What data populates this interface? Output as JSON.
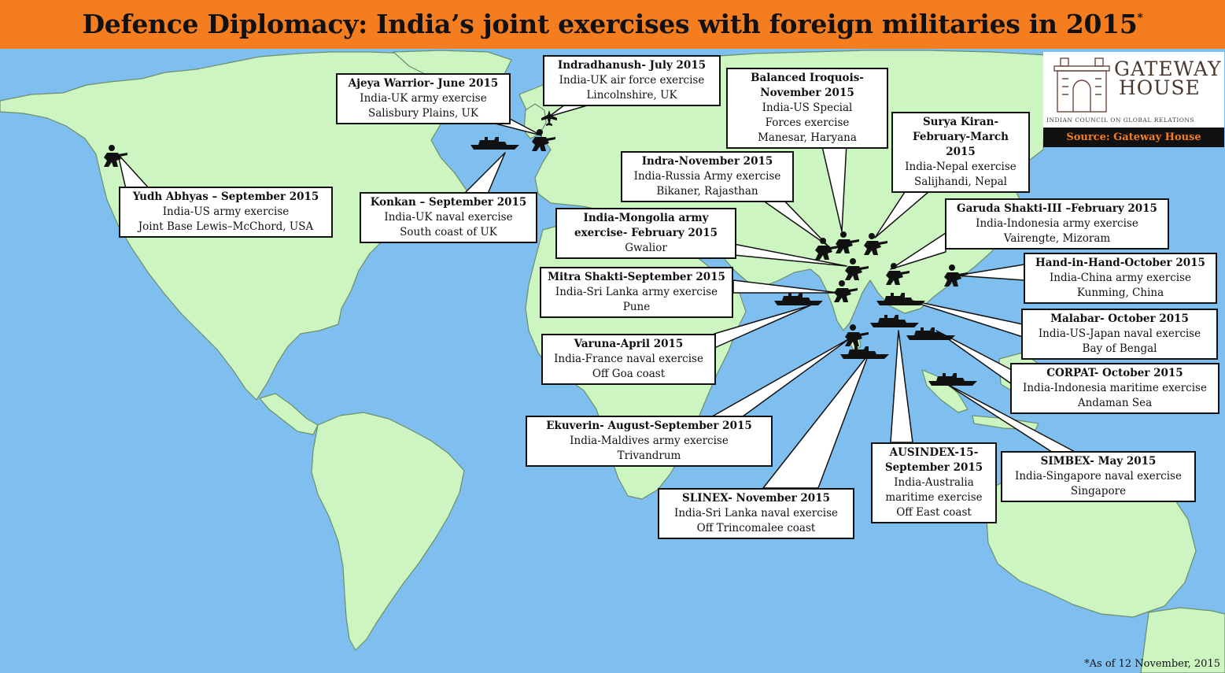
{
  "title": "Defence Diplomacy: India’s joint exercises with foreign militaries in 2015",
  "title_mark": "*",
  "footnote": "*As of 12 November, 2015",
  "logo": {
    "line1": "GATEWAY",
    "line2": "HOUSE",
    "tagline": "INDIAN COUNCIL ON GLOBAL RELATIONS"
  },
  "source": "Source: Gateway House",
  "colors": {
    "ocean": "#7fbfef",
    "land": "#ccf5c2",
    "header": "#f47d20",
    "border": "#6b8e6b",
    "icons": "#111111"
  },
  "exercises": [
    {
      "title": "Indradhanush- July 2015",
      "lines": [
        "India-UK air force exercise",
        "Lincolnshire, UK"
      ],
      "icon": "fighter-jet-icon"
    },
    {
      "title": "Ajeya Warrior- June 2015",
      "lines": [
        "India-UK army exercise",
        "Salisbury Plains, UK"
      ],
      "icon": "soldier-icon"
    },
    {
      "title": "Balanced Iroquois-",
      "lines": [
        "November 2015",
        "India-US Special",
        "Forces exercise",
        "Manesar, Haryana"
      ],
      "icon": "soldier-icon",
      "title_lines": 2
    },
    {
      "title": "Surya Kiran-",
      "lines": [
        "February-March",
        "2015",
        "India-Nepal  exercise",
        "Salijhandi, Nepal"
      ],
      "icon": "soldier-icon",
      "title_lines": 3
    },
    {
      "title": "Indra-November 2015",
      "lines": [
        "India-Russia Army exercise",
        "Bikaner, Rajasthan"
      ],
      "icon": "soldier-icon"
    },
    {
      "title": "Yudh Abhyas – September 2015",
      "lines": [
        "India-US army exercise",
        "Joint Base Lewis–McChord, USA"
      ],
      "icon": "soldier-icon"
    },
    {
      "title": "Konkan – September 2015",
      "lines": [
        "India-UK naval exercise",
        "South coast of UK"
      ],
      "icon": "warship-icon"
    },
    {
      "title": "India-Mongolia army",
      "lines": [
        "exercise- February 2015",
        "Gwalior"
      ],
      "icon": "soldier-icon",
      "title_lines": 2
    },
    {
      "title": "Garuda Shakti-III –February 2015",
      "lines": [
        "India-Indonesia army exercise",
        "Vairengte, Mizoram"
      ],
      "icon": "soldier-icon"
    },
    {
      "title": "Mitra Shakti-September 2015",
      "lines": [
        "India-Sri Lanka army exercise",
        "Pune"
      ],
      "icon": "soldier-icon"
    },
    {
      "title": "Hand-in-Hand-October 2015",
      "lines": [
        "India-China army exercise",
        "Kunming, China"
      ],
      "icon": "soldier-icon"
    },
    {
      "title": "Malabar- October 2015",
      "lines": [
        "India-US-Japan naval exercise",
        "Bay of Bengal"
      ],
      "icon": "warship-icon"
    },
    {
      "title": "Varuna-April 2015",
      "lines": [
        "India-France naval exercise",
        "Off Goa coast"
      ],
      "icon": "warship-icon"
    },
    {
      "title": "CORPAT- October 2015",
      "lines": [
        "India-Indonesia maritime exercise",
        "Andaman Sea"
      ],
      "icon": "warship-icon"
    },
    {
      "title": "Ekuverin- August-September 2015",
      "lines": [
        "India-Maldives army exercise",
        "Trivandrum"
      ],
      "icon": "soldier-icon"
    },
    {
      "title": "AUSINDEX-15-",
      "lines": [
        "September 2015",
        "India-Australia",
        "maritime exercise",
        "Off East coast"
      ],
      "icon": "warship-icon",
      "title_lines": 2
    },
    {
      "title": "SIMBEX- May 2015",
      "lines": [
        "India-Singapore naval exercise",
        "Singapore"
      ],
      "icon": "warship-icon"
    },
    {
      "title": "SLINEX- November 2015",
      "lines": [
        "India-Sri Lanka naval exercise",
        "Off Trincomalee coast"
      ],
      "icon": "warship-icon"
    }
  ]
}
